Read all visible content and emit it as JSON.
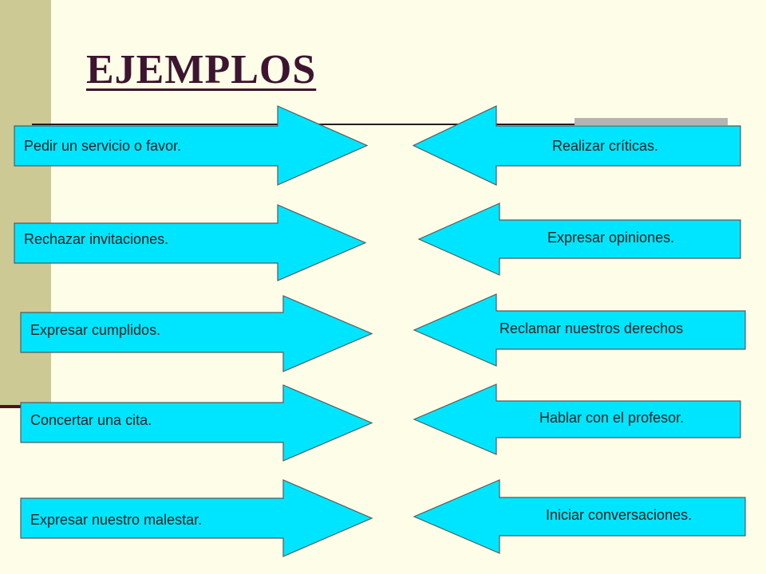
{
  "title": "EJEMPLOS",
  "colors": {
    "arrow_fill": "#00e5ff",
    "arrow_stroke": "#5a5a5a",
    "band": "#cdc995",
    "title": "#3d1530"
  },
  "left_arrows": [
    {
      "label": "Pedir un servicio o favor."
    },
    {
      "label": "Rechazar invitaciones."
    },
    {
      "label": "Expresar cumplidos."
    },
    {
      "label": "Concertar una cita."
    },
    {
      "label": "Expresar nuestro malestar."
    }
  ],
  "right_arrows": [
    {
      "label": "Realizar críticas."
    },
    {
      "label": "Expresar opiniones."
    },
    {
      "label": "Reclamar nuestros derechos"
    },
    {
      "label": "Hablar con el profesor."
    },
    {
      "label": "Iniciar conversaciones."
    }
  ]
}
